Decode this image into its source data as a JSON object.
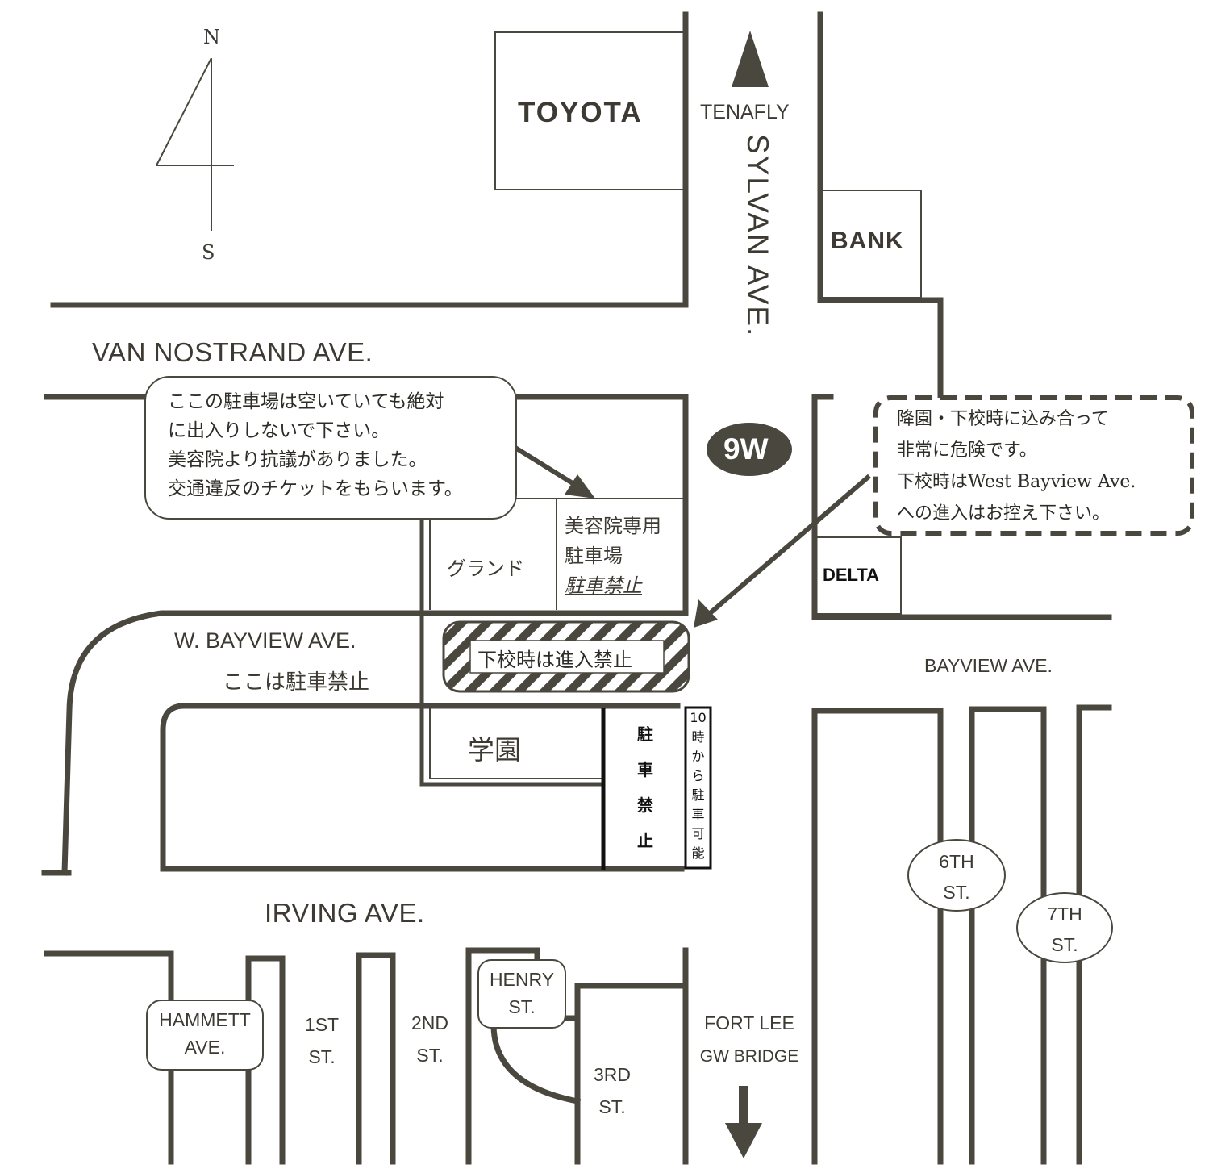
{
  "compass": {
    "north": "N",
    "south": "S"
  },
  "buildings": {
    "toyota": "TOYOTA",
    "bank": "BANK",
    "delta": "DELTA"
  },
  "streets": {
    "tenafly": "TENAFLY",
    "sylvan": "SYLVAN  AVE.",
    "route": "9W",
    "van_nostrand": "VAN NOSTRAND AVE.",
    "w_bayview": "W. BAYVIEW AVE.",
    "bayview": "BAYVIEW AVE.",
    "irving": "IRVING AVE.",
    "hammett": [
      "HAMMETT",
      "AVE."
    ],
    "first": [
      "1ST",
      "ST."
    ],
    "second": [
      "2ND",
      "ST."
    ],
    "henry": [
      "HENRY",
      "ST."
    ],
    "third": [
      "3RD",
      "ST."
    ],
    "sixth": [
      "6TH",
      "ST."
    ],
    "seventh": [
      "7TH",
      "ST."
    ],
    "fort_lee": [
      "FORT LEE",
      "GW BRIDGE"
    ]
  },
  "notes": {
    "parking_warning": [
      "ここの駐車場は空いていても絶対",
      "に出入りしないで下さい。",
      "美容院より抗議がありました。",
      "交通違反のチケットをもらいます。"
    ],
    "danger_warning": [
      "降園・下校時に込み合って",
      "非常に危険です。",
      "下校時はWest Bayview Ave.",
      "への進入はお控え下さい。"
    ],
    "no_entry_dismissal": "下校時は進入禁止",
    "no_parking_here": "ここは駐車禁止"
  },
  "places": {
    "ground": "グランド",
    "salon_lot": [
      "美容院専用",
      "駐車場",
      "駐車禁止"
    ],
    "school": "学園",
    "no_parking_column": [
      "駐",
      "車",
      "禁",
      "止"
    ],
    "parking_after_10": [
      "10",
      "時",
      "か",
      "ら",
      "駐",
      "車",
      "可",
      "能"
    ]
  },
  "colors": {
    "ink": "#4a473e",
    "hatch": "#4a473e",
    "paper": "#ffffff"
  }
}
